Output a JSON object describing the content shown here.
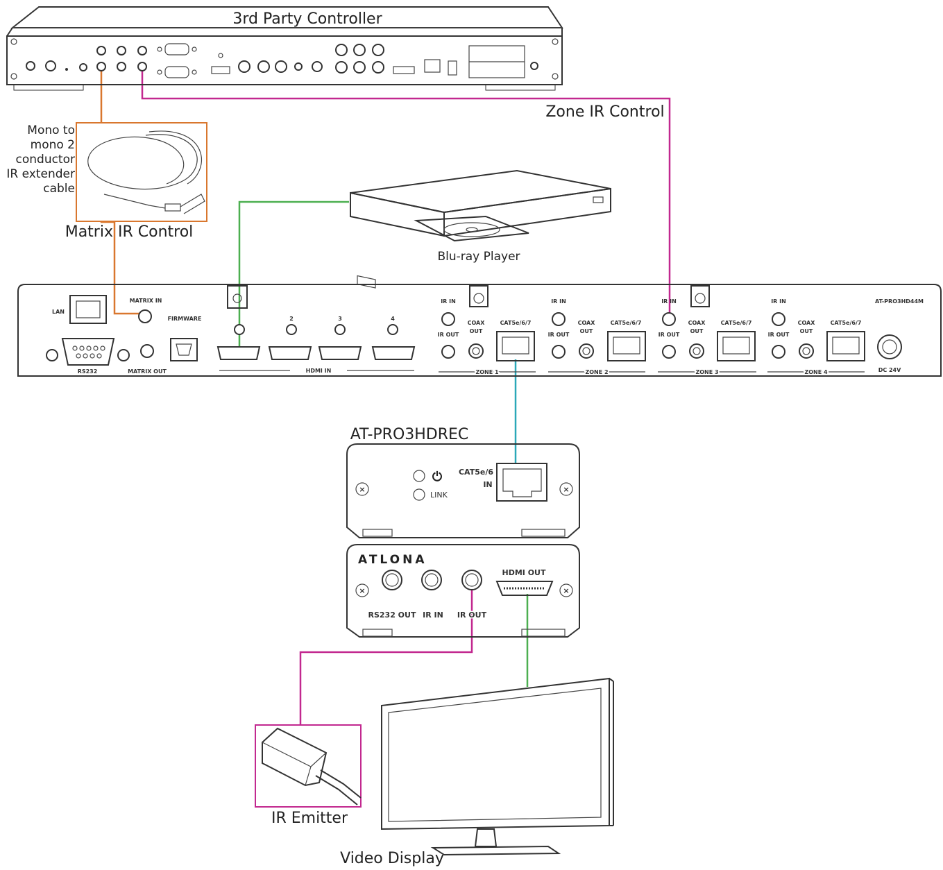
{
  "labels": {
    "controller": "3rd Party Controller",
    "zone_ir": "Zone IR Control",
    "cable_desc": [
      "Mono to",
      "mono 2",
      "conductor",
      "IR extender",
      "cable"
    ],
    "matrix_ir": "Matrix IR Control",
    "bluray": "Blu-ray Player",
    "receiver": "AT-PRO3HDREC",
    "ir_emitter": "IR Emitter",
    "video_display": "Video Display"
  },
  "matrix_panel": {
    "lan": "LAN",
    "matrix_in": "MATRIX IN",
    "matrix_out": "MATRIX OUT",
    "firmware": "FIRMWARE",
    "rs232": "RS232",
    "hdmi_in": "HDMI IN",
    "hdmi_numbers": [
      "2",
      "3",
      "4"
    ],
    "model": "AT-PRO3HD44M",
    "dc": "DC 24V",
    "ir_in": "IR IN",
    "ir_out": "IR OUT",
    "coax_out": [
      "COAX",
      "OUT"
    ],
    "cat": "CAT5e/6/7",
    "zones": [
      "ZONE 1",
      "ZONE 2",
      "ZONE 3",
      "ZONE 4"
    ]
  },
  "receiver_panel": {
    "link": "LINK",
    "cat_in": [
      "CAT5e/6",
      "IN"
    ],
    "brand": "ATLONA",
    "rs232_out": "RS232 OUT",
    "ir_in": "IR IN",
    "ir_out": "IR OUT",
    "hdmi_out": "HDMI OUT"
  },
  "colors": {
    "orange": "#d9772e",
    "magenta": "#c2288f",
    "green": "#4caf50",
    "teal": "#2aa8b8"
  }
}
